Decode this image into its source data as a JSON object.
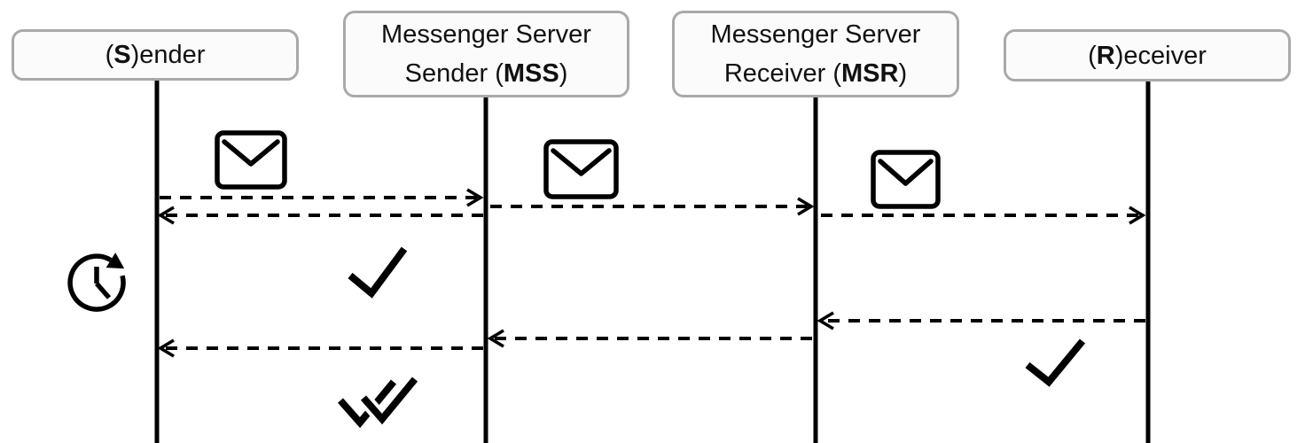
{
  "colors": {
    "background": "#ffffff",
    "line": "#000000",
    "box_border": "#a9a9a9",
    "box_fill": "#fbfbfb",
    "text": "#111111"
  },
  "actors": [
    {
      "id": "sender",
      "label_plain": "(S)ender",
      "lines": [
        [
          {
            "t": "("
          },
          {
            "t": "S",
            "b": true
          },
          {
            "t": ")ender"
          }
        ]
      ]
    },
    {
      "id": "mss",
      "label_plain": "Messenger Server Sender (MSS)",
      "lines": [
        [
          {
            "t": "Messenger Server"
          }
        ],
        [
          {
            "t": "Sender ("
          },
          {
            "t": "MSS",
            "b": true
          },
          {
            "t": ")"
          }
        ]
      ]
    },
    {
      "id": "msr",
      "label_plain": "Messenger Server Receiver (MSR)",
      "lines": [
        [
          {
            "t": "Messenger Server"
          }
        ],
        [
          {
            "t": "Receiver ("
          },
          {
            "t": "MSR",
            "b": true
          },
          {
            "t": ")"
          }
        ]
      ]
    },
    {
      "id": "receiver",
      "label_plain": "(R)eceiver",
      "lines": [
        [
          {
            "t": "("
          },
          {
            "t": "R",
            "b": true
          },
          {
            "t": ")eceiver"
          }
        ]
      ]
    }
  ],
  "flows": [
    {
      "order": 1,
      "from": "Sender",
      "to": "Messenger Server Sender",
      "line": "dashed",
      "icon_above": "envelope-icon"
    },
    {
      "order": 2,
      "from": "Messenger Server Sender",
      "to": "Messenger Server Receiver",
      "line": "dashed",
      "icon_above": "envelope-icon"
    },
    {
      "order": 3,
      "from": "Messenger Server Sender",
      "to": "Sender",
      "line": "dashed",
      "icon_below": "check-icon"
    },
    {
      "order": 4,
      "from": "Messenger Server Receiver",
      "to": "Receiver",
      "line": "dashed",
      "icon_above": "envelope-icon"
    },
    {
      "order": 5,
      "from": "Receiver",
      "to": "Messenger Server Receiver",
      "line": "dashed",
      "icon_below": "check-icon"
    },
    {
      "order": 6,
      "from": "Messenger Server Receiver",
      "to": "Messenger Server Sender",
      "line": "dashed"
    },
    {
      "order": 7,
      "from": "Messenger Server Sender",
      "to": "Sender",
      "line": "dashed",
      "icon_below": "double-check-icon"
    }
  ],
  "icons": [
    {
      "name": "envelope-icon",
      "count": 3
    },
    {
      "name": "check-icon",
      "count": 2
    },
    {
      "name": "double-check-icon",
      "count": 1
    },
    {
      "name": "clock-pending-icon",
      "count": 1
    }
  ]
}
